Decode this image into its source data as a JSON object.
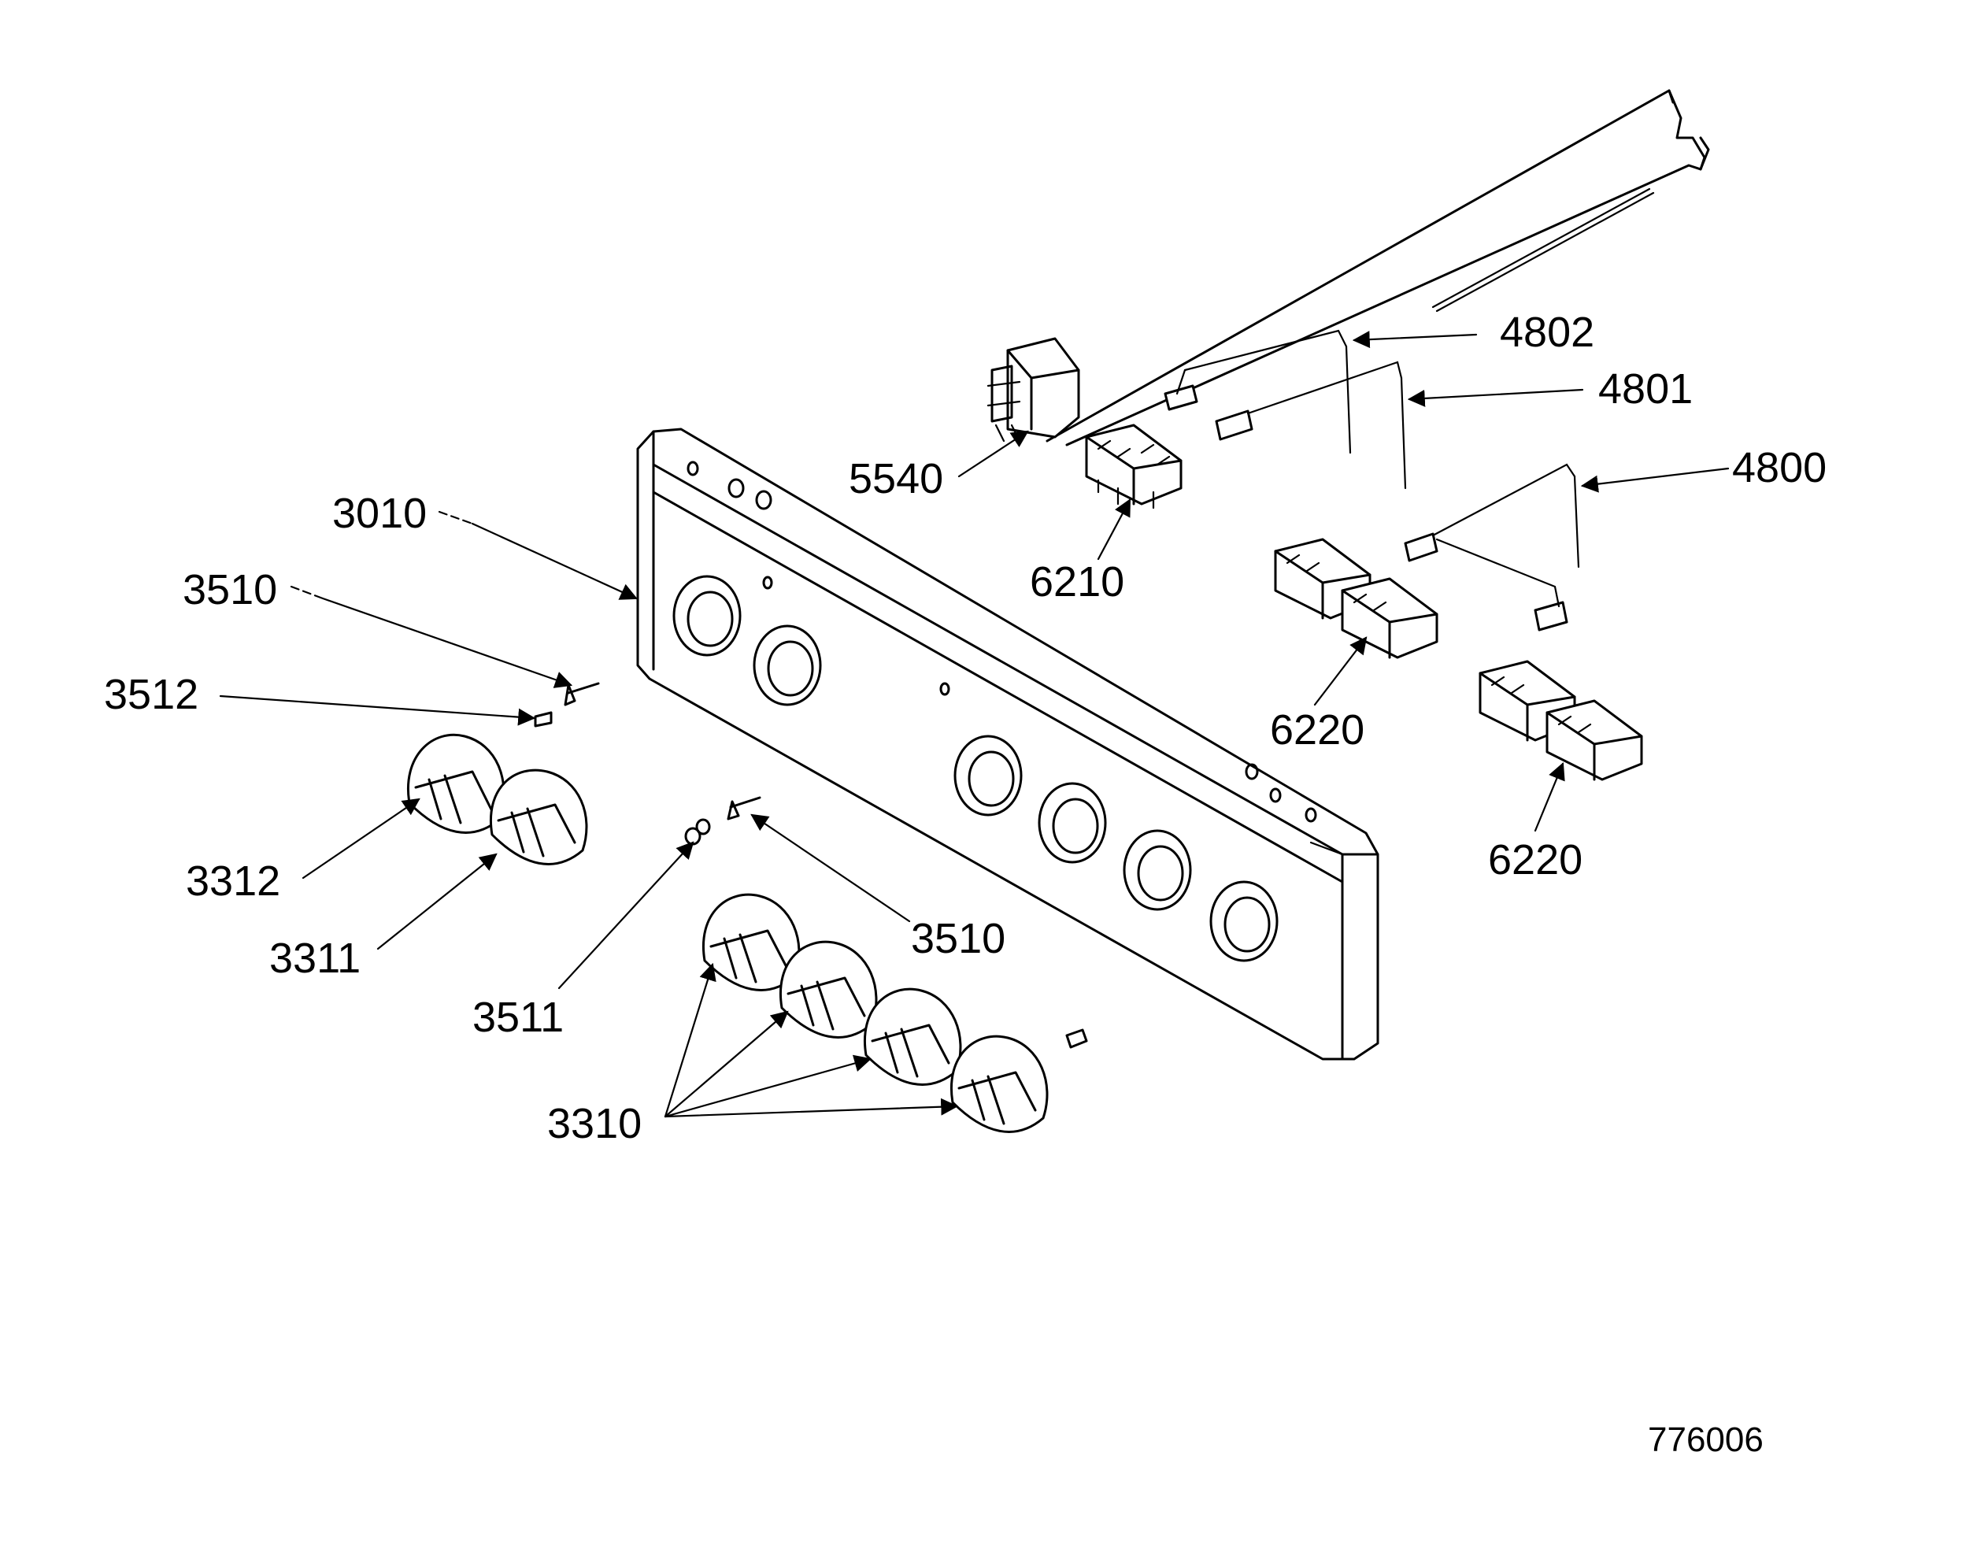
{
  "labels": {
    "l4802": "4802",
    "l4801": "4801",
    "l4800": "4800",
    "l5540": "5540",
    "l6210": "6210",
    "l6220a": "6220",
    "l6220b": "6220",
    "l3010": "3010",
    "l3510a": "3510",
    "l3512": "3512",
    "l3312": "3312",
    "l3311": "3311",
    "l3510b": "3510",
    "l3511": "3511",
    "l3310": "3310"
  },
  "drawing_number": "776006"
}
